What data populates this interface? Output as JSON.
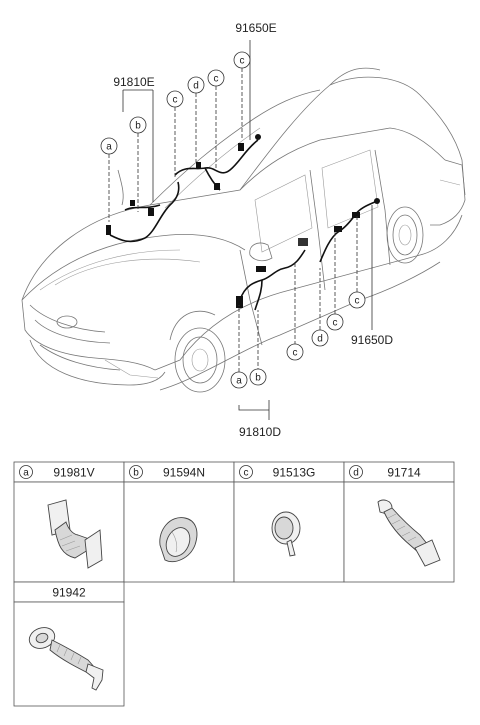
{
  "diagram": {
    "part_labels": {
      "top_right": "91650E",
      "top_left": "91810E",
      "bottom_mid": "91810D",
      "right_mid": "91650D"
    },
    "callout_letters": {
      "a": "a",
      "b": "b",
      "c": "c",
      "d": "d"
    }
  },
  "parts_table": {
    "row1": [
      {
        "letter": "a",
        "part_no": "91981V",
        "icon": "grommet-elbow-icon"
      },
      {
        "letter": "b",
        "part_no": "91594N",
        "icon": "oval-grommet-icon"
      },
      {
        "letter": "c",
        "part_no": "91513G",
        "icon": "round-clip-icon"
      },
      {
        "letter": "d",
        "part_no": "91714",
        "icon": "flex-boot-icon"
      }
    ],
    "row2": [
      {
        "letter": "",
        "part_no": "91942",
        "icon": "ring-boot-icon"
      }
    ]
  }
}
